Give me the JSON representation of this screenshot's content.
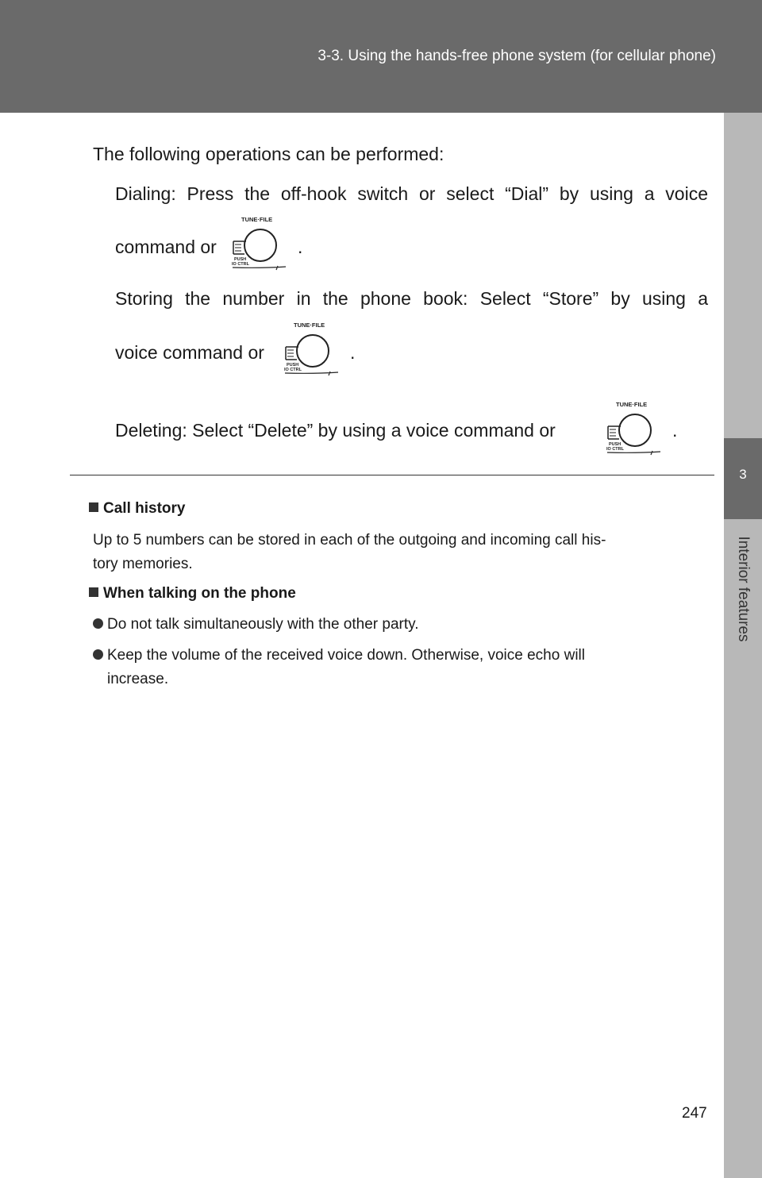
{
  "header": {
    "title": "3-3. Using the hands-free phone system (for cellular phone)"
  },
  "side_tab": {
    "number": "3",
    "label": "Interior features"
  },
  "intro": "The following operations can be performed:",
  "operations": [
    {
      "line1": "Dialing: Press the off-hook switch or select “Dial” by using a voice",
      "line2": "command or"
    },
    {
      "line1": "Storing the number in the phone book: Select “Store” by using a",
      "line2": "voice command or"
    },
    {
      "line1": "Deleting: Select “Delete” by using a voice command or"
    }
  ],
  "period": ".",
  "knob": {
    "top_label": "TUNE·FILE",
    "push_label": "PUSH",
    "ctrl_label": "IO CTRL"
  },
  "notes": {
    "call_history": {
      "heading": "Call history",
      "lines": [
        "Up to 5 numbers can be stored in each of the outgoing and incoming call his-",
        "tory memories."
      ]
    },
    "talking": {
      "heading": "When talking on the phone",
      "bullets": [
        {
          "lines": [
            "Do not talk simultaneously with the other party."
          ]
        },
        {
          "lines": [
            "Keep the volume of the received voice down. Otherwise, voice echo will",
            "increase."
          ]
        }
      ]
    }
  },
  "page_number": "247"
}
